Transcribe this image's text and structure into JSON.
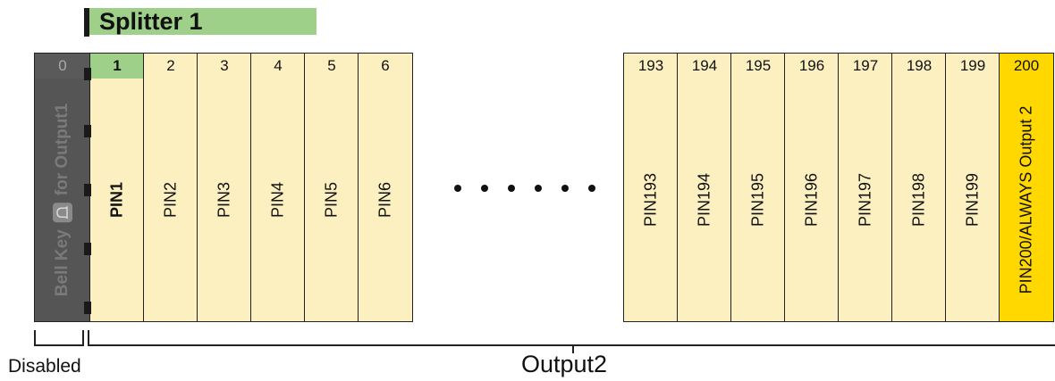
{
  "title": "Splitter 1",
  "zero_slot": {
    "number": "0",
    "label_primary": "Bell Key",
    "label_secondary": "for Output1",
    "icon": "bell-icon"
  },
  "left_slots": [
    {
      "number": "1",
      "label": "PIN1"
    },
    {
      "number": "2",
      "label": "PIN2"
    },
    {
      "number": "3",
      "label": "PIN3"
    },
    {
      "number": "4",
      "label": "PIN4"
    },
    {
      "number": "5",
      "label": "PIN5"
    },
    {
      "number": "6",
      "label": "PIN6"
    }
  ],
  "right_slots": [
    {
      "number": "193",
      "label": "PIN193"
    },
    {
      "number": "194",
      "label": "PIN194"
    },
    {
      "number": "195",
      "label": "PIN195"
    },
    {
      "number": "196",
      "label": "PIN196"
    },
    {
      "number": "197",
      "label": "PIN197"
    },
    {
      "number": "198",
      "label": "PIN198"
    },
    {
      "number": "199",
      "label": "PIN199"
    },
    {
      "number": "200",
      "label": "PIN200/ALWAYS Output 2"
    }
  ],
  "brackets": {
    "disabled": "Disabled",
    "output": "Output2"
  },
  "colors": {
    "highlight_green": "#9fd08a",
    "slot_fill": "#fcf0c0",
    "last_fill": "#ffd800",
    "disabled_fill": "#555555"
  }
}
